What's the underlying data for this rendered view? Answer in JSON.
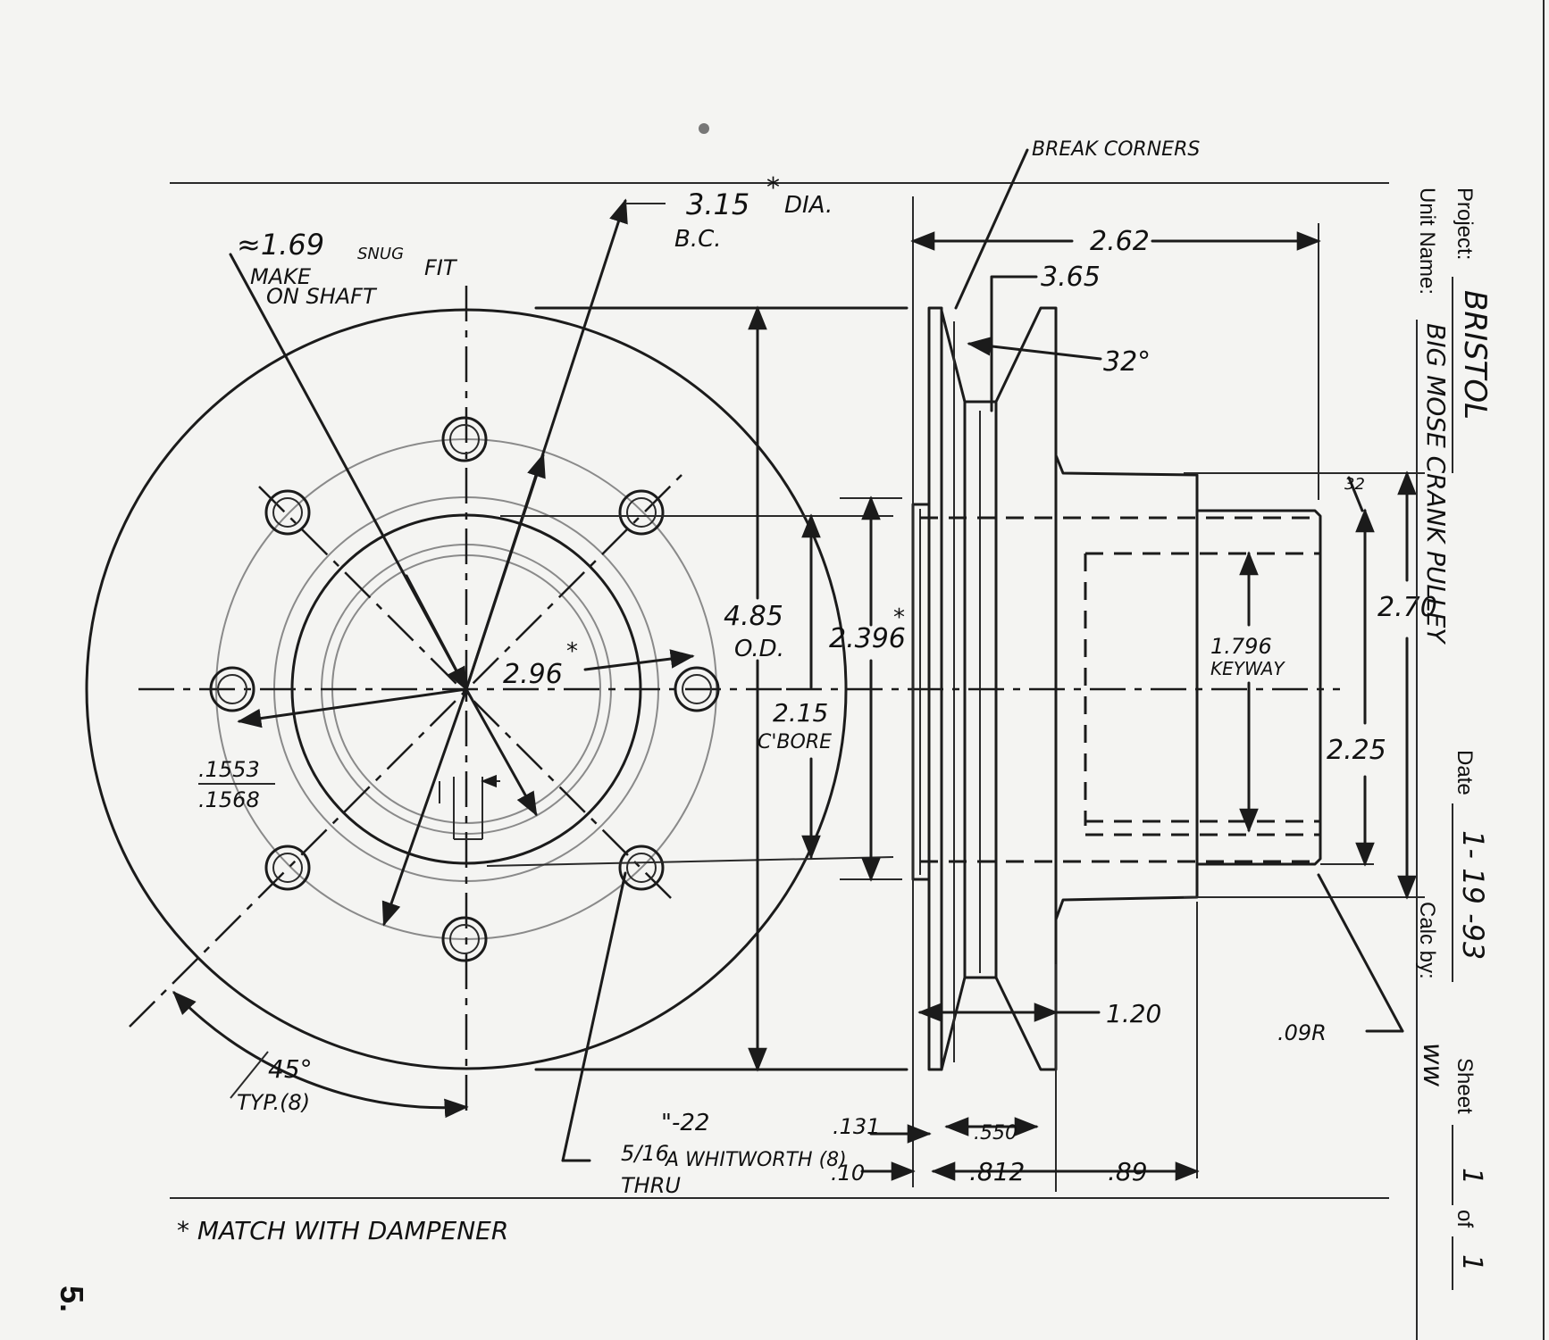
{
  "title_block": {
    "project_label": "Project:",
    "project_value": "BRISTOL",
    "unit_label": "Unit Name:",
    "unit_value": "BIG MOSE CRANK PULLEY",
    "date_label": "Date",
    "date_value": "1- 19 -93",
    "calc_label": "Calc by:",
    "calc_value": "ww",
    "sheet_label": "Sheet",
    "sheet_value": "1",
    "of_label": "of",
    "of_value": "1"
  },
  "page_number": "5.",
  "footnote": "* MATCH WITH DAMPENER",
  "front_view": {
    "bc_dia": "3.15",
    "bc_dia_suffix": "DIA.",
    "bc_label": "B.C.",
    "shaft_dim": "≈1.69",
    "shaft_snug": "SNUG",
    "shaft_note_1": "MAKE",
    "shaft_note_2": "FIT",
    "shaft_note_3": "ON SHAFT",
    "star": "*",
    "r296": "2.96",
    "pin_dim_1": ".1553",
    "pin_dim_2": ".1568",
    "angle": "45°",
    "angle_note": "TYP.(8)",
    "thread_size": "5/16",
    "thread_pitch": "\"-22",
    "thread_spec": "A WHITWORTH (8)",
    "thread_note": "THRU"
  },
  "side_view": {
    "break_corners": "BREAK CORNERS",
    "overall_len": "2.62",
    "groove_dia": "3.65",
    "groove_angle": "32°",
    "od_value": "4.85",
    "od_label": "O.D.",
    "pilot_dia": "2.396",
    "cbore_value": "2.15",
    "cbore_label": "C'BORE",
    "keyway_value": "1.796",
    "keyway_label": "KEYWAY",
    "hub_dia": "2.70",
    "bore_dia": "2.25",
    "chamfer": "32",
    "flange_width": "1.20",
    "fillet": ".09R",
    "d131": ".131",
    "d550": ".550",
    "d10": ".10",
    "d812": ".812",
    "d89": ".89"
  }
}
